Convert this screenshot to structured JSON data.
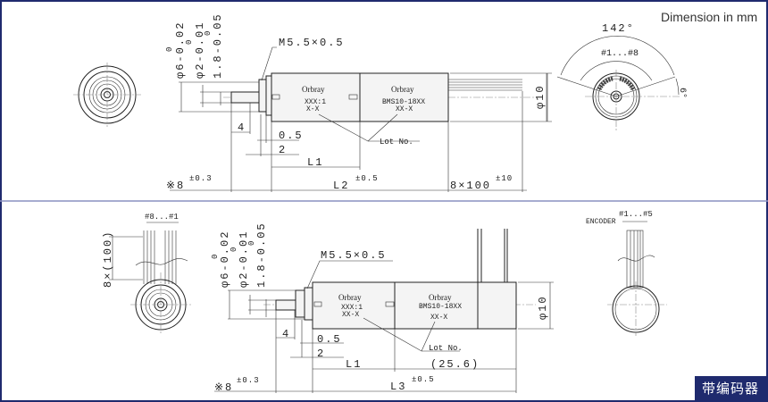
{
  "units_note": "Dimension in mm",
  "section_tag": "带编码器",
  "colors": {
    "frame": "#1f2a6e",
    "divider": "#8a90c0"
  },
  "top": {
    "thread": "M5.5×0.5",
    "dia_shaft_outer": "φ6-0.02",
    "dia_shaft_outer_upper": "0",
    "dia_shaft": "φ2-0.01",
    "dia_shaft_upper": "0",
    "flat": "1.8-0.05",
    "flat_upper": "0",
    "brand1": "Orbray",
    "ratio": "XXX:1",
    "lot1": "X-X",
    "brand2": "Orbray",
    "model": "BMS10-18XX",
    "lot2": "XX-X",
    "lot_label": "Lot No.",
    "d4": "4",
    "d05": "0.5",
    "d2": "2",
    "L1": "L1",
    "L2": "L2",
    "L2_tol": "±0.5",
    "wires": "8×100",
    "wires_tol": "±10",
    "star8": "※8",
    "star8_tol": "±0.3",
    "dia_body": "φ10",
    "angle": "142°",
    "pins": "#1...#8",
    "angle_small": "6°"
  },
  "bottom": {
    "thread": "M5.5×0.5",
    "dia_shaft_outer": "φ6-0.02",
    "dia_shaft_outer_upper": "0",
    "dia_shaft": "φ2-0.01",
    "dia_shaft_upper": "0",
    "flat": "1.8-0.05",
    "flat_upper": "0",
    "brand1": "Orbray",
    "ratio": "XXX:1",
    "lot1": "XX-X",
    "brand2": "Orbray",
    "model": "BMS10-18XX",
    "lot2": "XX-X",
    "lot_label": "Lot No.",
    "d4": "4",
    "d05": "0.5",
    "d2": "2",
    "L1": "L1",
    "enc_len": "(25.6)",
    "L3": "L3",
    "L3_tol": "±0.5",
    "star8": "※8",
    "star8_tol": "±0.3",
    "dia_body": "φ10",
    "motor_pins": "#8...#1",
    "motor_wires": "8×(100)",
    "encoder_label": "ENCODER",
    "encoder_pins": "#1...#5"
  }
}
